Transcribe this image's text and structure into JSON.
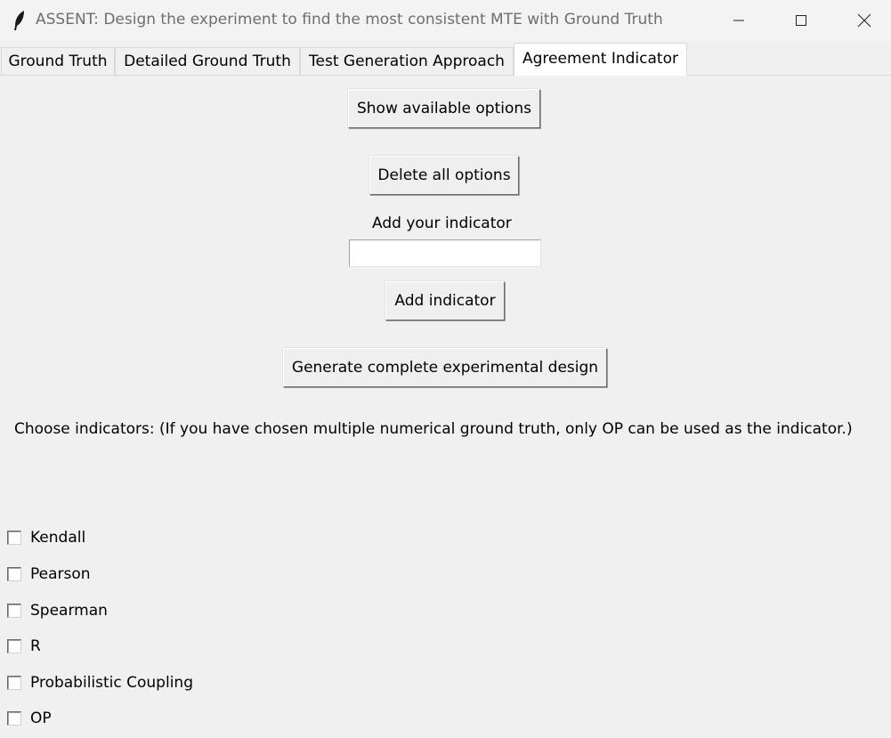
{
  "window": {
    "title": "ASSENT: Design the experiment to find the most consistent MTE with Ground Truth"
  },
  "tabs": [
    {
      "label": "Ground Truth"
    },
    {
      "label": "Detailed Ground Truth"
    },
    {
      "label": "Test Generation Approach"
    },
    {
      "label": "Agreement Indicator",
      "active": true
    }
  ],
  "main": {
    "show_options_label": "Show available options",
    "delete_options_label": "Delete all options",
    "add_indicator_prompt": "Add your indicator",
    "indicator_input_value": "",
    "add_indicator_label": "Add indicator",
    "generate_label": "Generate complete experimental design",
    "choose_text": "Choose indicators: (If you have chosen multiple numerical ground truth, only OP can be used as the indicator.)"
  },
  "indicators": [
    {
      "label": "Kendall",
      "checked": false
    },
    {
      "label": "Pearson",
      "checked": false
    },
    {
      "label": "Spearman",
      "checked": false
    },
    {
      "label": "R",
      "checked": false
    },
    {
      "label": "Probabilistic Coupling",
      "checked": false
    },
    {
      "label": "OP",
      "checked": false
    }
  ],
  "icons": {
    "app": "feather-icon",
    "minimize": "minimize-icon",
    "maximize": "maximize-icon",
    "close": "close-icon"
  }
}
